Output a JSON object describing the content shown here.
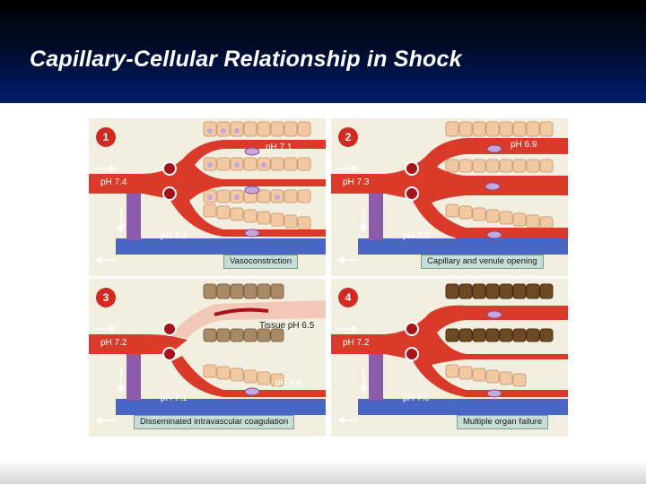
{
  "slide": {
    "title": "Capillary-Cellular Relationship in Shock"
  },
  "colors": {
    "header_top": "#000000",
    "header_bottom": "#001c6e",
    "artery": "#d93a2a",
    "vein": "#4a66c4",
    "panel_background": "#f2efe0",
    "caption_background": "#c6dcd6",
    "cell_normal": "#f3c9a3",
    "cell_dead": "#6e4a22"
  },
  "panels": [
    {
      "number": "1",
      "caption": "Vasoconstriction",
      "ph_arterial": "pH 7.4",
      "ph_capillary": "pH 7.1",
      "ph_venous": "pH 7.3"
    },
    {
      "number": "2",
      "caption": "Capillary and venule opening",
      "ph_arterial": "pH 7.3",
      "ph_capillary": "pH 6.9",
      "ph_venous": "pH 7.2"
    },
    {
      "number": "3",
      "caption": "Disseminated intravascular coagulation",
      "ph_arterial": "pH 7.2",
      "ph_tissue": "Tissue pH 6.5",
      "ph_capillary": "pH 6.6",
      "ph_venous": "pH 7.1"
    },
    {
      "number": "4",
      "caption": "Multiple organ failure",
      "ph_arterial": "pH 7.2",
      "ph_venous": "pH 7.0"
    }
  ]
}
